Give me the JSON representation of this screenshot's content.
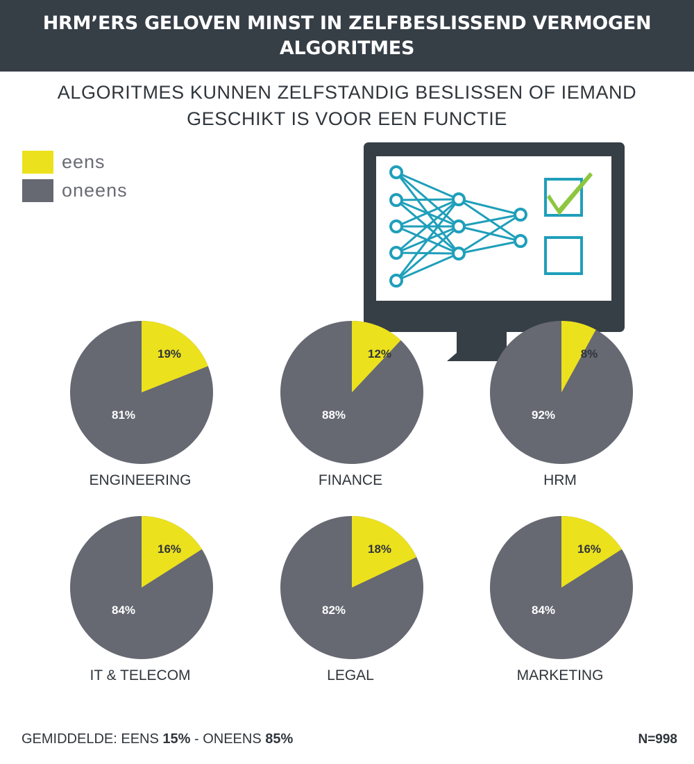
{
  "header": {
    "title_line1": "HRM’ERS GELOVEN MINST IN ZELFBESLISSEND VERMOGEN",
    "title_line2": "ALGORITMES"
  },
  "subtitle": {
    "line1": "ALGORITMES KUNNEN ZELFSTANDIG BESLISSEN OF IEMAND",
    "line2": "GESCHIKT IS VOOR EEN FUNCTIE"
  },
  "legend": [
    {
      "label": "eens",
      "color": "#ece11d"
    },
    {
      "label": "oneens",
      "color": "#666872"
    }
  ],
  "illustration": {
    "icons": [
      "monitor-icon",
      "neural-network-icon",
      "checked-box-icon",
      "empty-box-icon"
    ],
    "colors": {
      "monitor": "#363e46",
      "network": "#1f9fba",
      "check": "#8dc63f"
    }
  },
  "chart_data": {
    "type": "pie",
    "series_labels": [
      "eens",
      "oneens"
    ],
    "colors": {
      "eens": "#ece11d",
      "oneens": "#666872"
    },
    "pies": [
      {
        "category": "ENGINEERING",
        "eens": 19,
        "oneens": 81,
        "eens_label": "19%",
        "oneens_label": "81%"
      },
      {
        "category": "FINANCE",
        "eens": 12,
        "oneens": 88,
        "eens_label": "12%",
        "oneens_label": "88%"
      },
      {
        "category": "HRM",
        "eens": 8,
        "oneens": 92,
        "eens_label": "8%",
        "oneens_label": "92%"
      },
      {
        "category": "IT & TELECOM",
        "eens": 16,
        "oneens": 84,
        "eens_label": "16%",
        "oneens_label": "84%"
      },
      {
        "category": "LEGAL",
        "eens": 18,
        "oneens": 82,
        "eens_label": "18%",
        "oneens_label": "82%"
      },
      {
        "category": "MARKETING",
        "eens": 16,
        "oneens": 84,
        "eens_label": "16%",
        "oneens_label": "84%"
      }
    ]
  },
  "footer": {
    "average_prefix": "GEMIDDELDE: EENS ",
    "average_eens": "15%",
    "average_separator": " - ONEENS ",
    "average_oneens": "85%",
    "sample_size": "N=998"
  }
}
